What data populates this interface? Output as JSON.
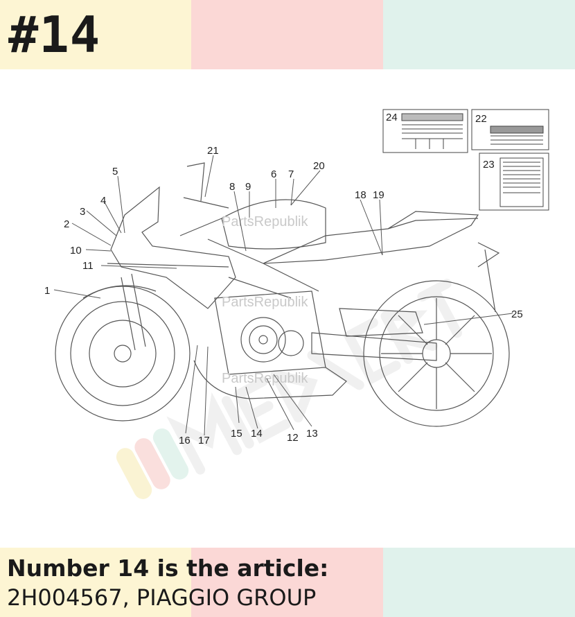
{
  "header": {
    "item_number": "#14"
  },
  "caption": {
    "title": "Number 14 is the article:",
    "part_info": "2H004567, PIAGGIO GROUP"
  },
  "watermark": {
    "text": "PartsRepublik"
  },
  "callouts": [
    "1",
    "2",
    "3",
    "4",
    "5",
    "6",
    "7",
    "8",
    "9",
    "10",
    "11",
    "12",
    "13",
    "14",
    "15",
    "16",
    "17",
    "18",
    "19",
    "20",
    "21",
    "22",
    "23",
    "24",
    "25"
  ],
  "colors": {
    "band_yellow": "#fdf5d3",
    "band_pink": "#fbd8d6",
    "band_mint": "#e0f2ec",
    "line": "#555555"
  }
}
